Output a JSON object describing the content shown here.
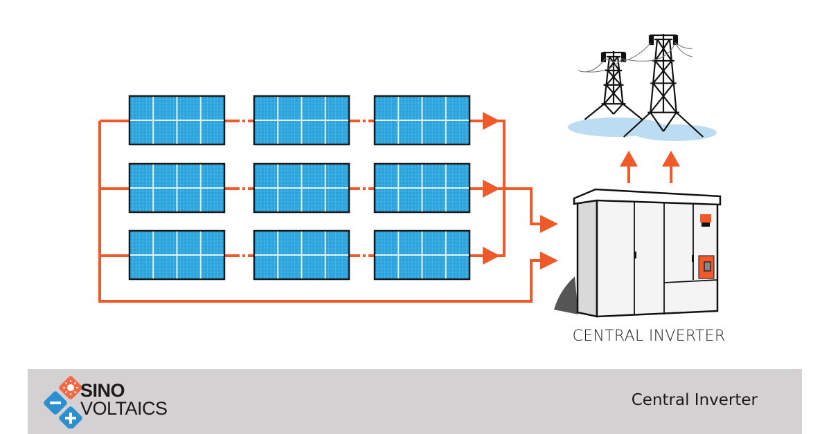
{
  "diagram": {
    "title": "Central Inverter",
    "inverter_label": "CENTRAL INVERTER",
    "rows": 3,
    "panels_per_row": 3,
    "colors": {
      "wire": "#f05a2b",
      "panel_fill": "#29a3dc",
      "panel_border": "#1a1a1a",
      "panel_grid": "#e6f5fc",
      "ground": "#bcdcf2",
      "cabinet": "#f4f4f4",
      "cabinet_side": "#d9d9d9"
    }
  },
  "footer": {
    "brand_line1": "SINO",
    "brand_line2": "VOLTAICS",
    "caption": "Central Inverter",
    "logo_colors": {
      "sun": "#f26a48",
      "minus": "#2b8fd0",
      "plus": "#2b8fd0"
    }
  }
}
